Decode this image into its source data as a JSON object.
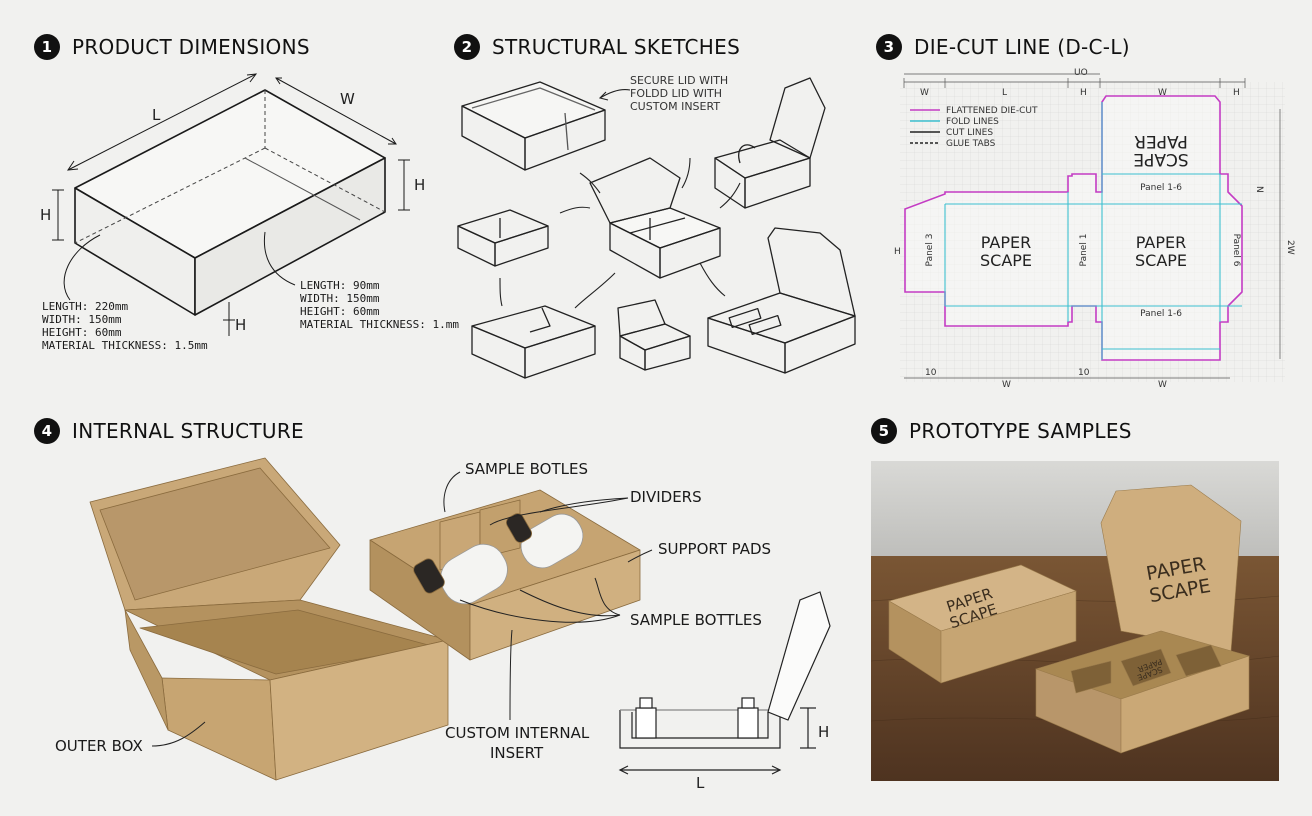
{
  "colors": {
    "kraft": "#c4a374",
    "kraft_dark": "#a2824f",
    "kraft_light": "#d6bb8f",
    "die_cut": "#c43cc4",
    "fold": "#3cbfcf",
    "wood": "#6b4a2c"
  },
  "panel1": {
    "number": "1",
    "title": "PRODUCT DIMENSIONS",
    "dim_L": "L",
    "dim_W": "W",
    "dim_H_left": "H",
    "dim_H_right": "H",
    "dim_H_bottom": "H",
    "spec_left": [
      "LENGTH: 220mm",
      "WIDTH: 150mm",
      "HEIGHT: 60mm",
      "MATERIAL THICKNESS: 1.5mm"
    ],
    "spec_right": [
      "LENGTH: 90mm",
      "WIDTH: 150mm",
      "HEIGHT: 60mm",
      "MATERIAL THICKNESS: 1.mm"
    ]
  },
  "panel2": {
    "number": "2",
    "title": "STRUCTURAL SKETCHES",
    "note": [
      "SECURE LID WITH",
      "FOLDD LID WITH",
      "CUSTOM INSERT"
    ]
  },
  "panel3": {
    "number": "3",
    "title": "DIE-CUT LINE (D-C-L)",
    "legend": [
      "FLATTENED DIE-CUT",
      "FOLD LINES",
      "CUT LINES",
      "GLUE TABS"
    ],
    "top_dims": [
      "W",
      "L",
      "H",
      "W",
      "H"
    ],
    "top_total": "UO",
    "bottom_dims": [
      "10",
      "W",
      "10",
      "W"
    ],
    "brand_top": [
      "PAPER",
      "SCAPE"
    ],
    "brand_left": [
      "PAPER",
      "SCAPE"
    ],
    "brand_right": [
      "PAPER",
      "SCAPE"
    ],
    "panel_labels": {
      "p3": "Panel 3",
      "p1": "Panel 1",
      "p6": "Panel 6",
      "top": "Panel 1-6",
      "bottom": "Panel 1-6"
    },
    "side_labels": {
      "left": "H",
      "right_a": "2W",
      "right_b": "N"
    }
  },
  "panel4": {
    "number": "4",
    "title": "INTERNAL STRUCTURE",
    "callouts": {
      "sample_bottles_top": "SAMPLE BOTLES",
      "dividers": "DIVIDERS",
      "support_pads": "SUPPORT PADS",
      "sample_bottles": "SAMPLE BOTTLES",
      "outer_box": "OUTER BOX",
      "custom_insert": [
        "CUSTOM INTERNAL",
        "INSERT"
      ]
    },
    "dim_H": "H",
    "dim_L": "L"
  },
  "panel5": {
    "number": "5",
    "title": "PROTOTYPE SAMPLES",
    "brand_closed": [
      "PAPER",
      "SCAPE"
    ],
    "brand_lid": [
      "PAPER",
      "SCAPE"
    ],
    "brand_insert": [
      "PAPER",
      "SCAPE"
    ]
  }
}
